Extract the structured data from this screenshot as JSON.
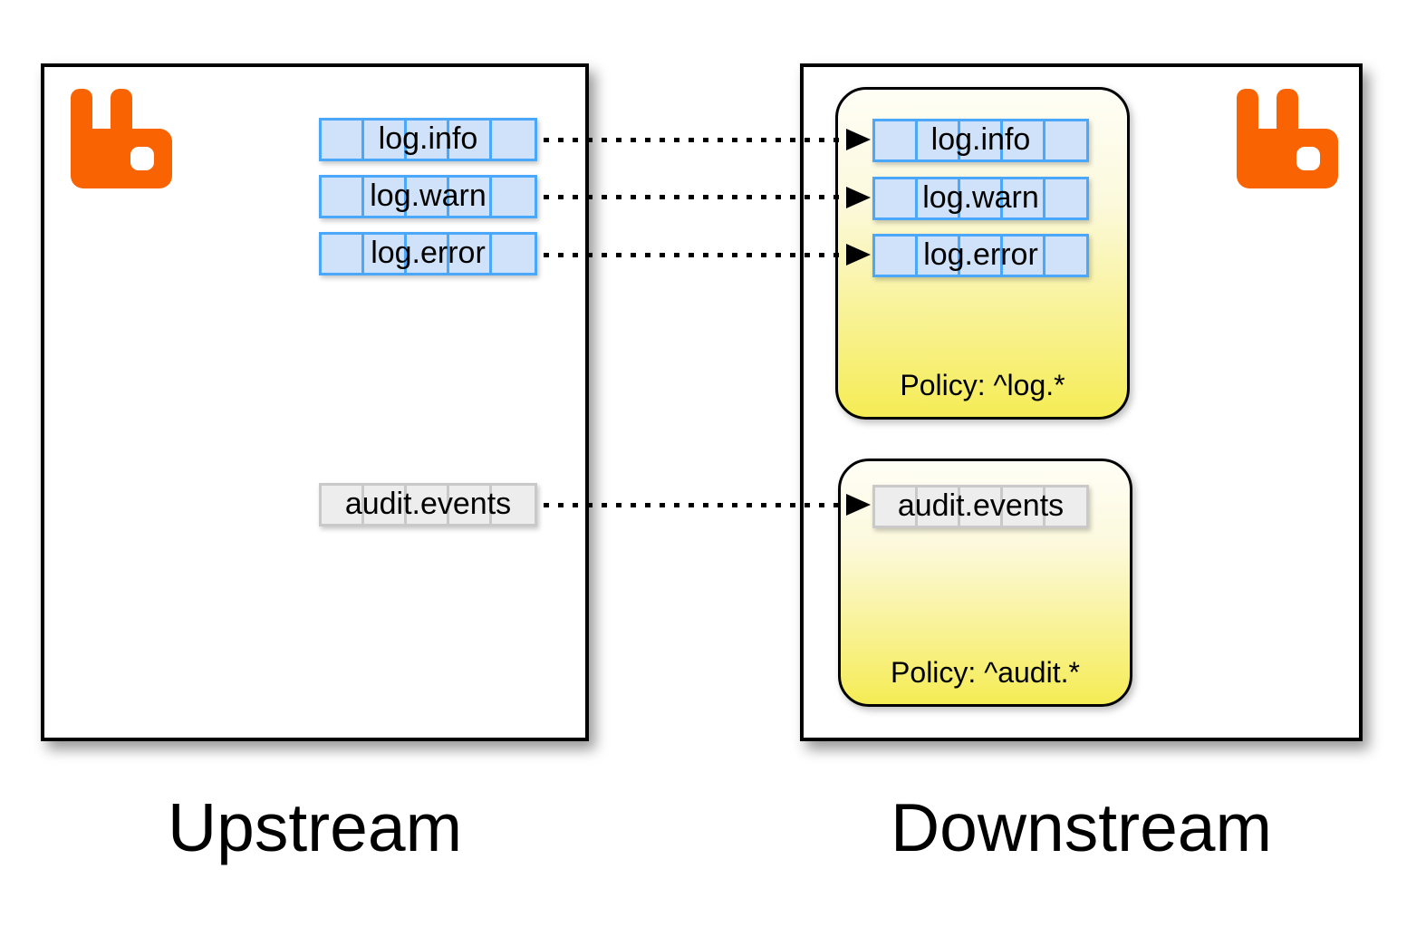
{
  "upstream": {
    "label": "Upstream",
    "queues": [
      {
        "name": "log.info"
      },
      {
        "name": "log.warn"
      },
      {
        "name": "log.error"
      },
      {
        "name": "audit.events"
      }
    ]
  },
  "downstream": {
    "label": "Downstream",
    "policies": [
      {
        "policy_label": "Policy: ^log.*",
        "queues": [
          "log.info",
          "log.warn",
          "log.error"
        ]
      },
      {
        "policy_label": "Policy: ^audit.*",
        "queues": [
          "audit.events"
        ]
      }
    ]
  },
  "links": [
    "log.info",
    "log.warn",
    "log.error",
    "audit.events"
  ],
  "icons": {
    "broker_logo": "rabbitmq-logo"
  },
  "colors": {
    "queue_blue_border": "#4aa7fa",
    "queue_blue_fill": "#cfe2f9",
    "queue_gray_border": "#c9c9c9",
    "queue_gray_fill": "#ededed",
    "policy_yellow_top": "#fffef6",
    "policy_yellow_bottom": "#f5ec55",
    "rabbit_orange": "#f96302",
    "line_black": "#000000"
  }
}
